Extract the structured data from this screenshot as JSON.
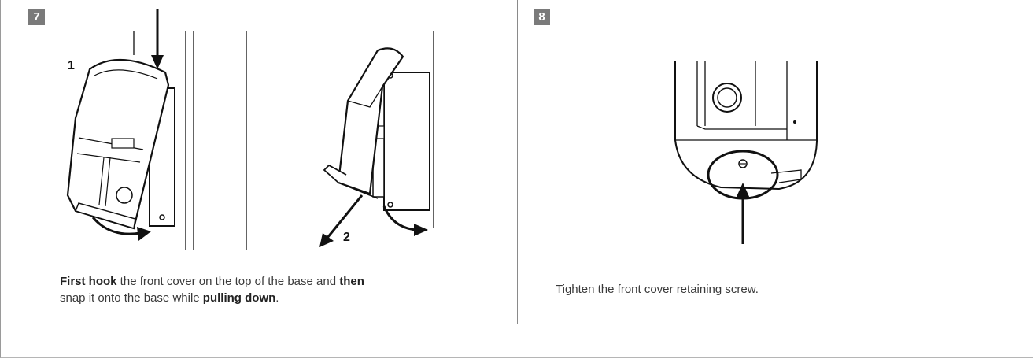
{
  "step7": {
    "number": "7",
    "label_1": "1",
    "label_2": "2",
    "caption": {
      "p1_bold": "First hook",
      "p2": " the front cover on the top of the base and ",
      "p3_bold": "then",
      "p4": "snap it onto the base while ",
      "p5_bold": "pulling down",
      "p6": "."
    }
  },
  "step8": {
    "number": "8",
    "caption": "Tighten the front cover retaining screw."
  }
}
